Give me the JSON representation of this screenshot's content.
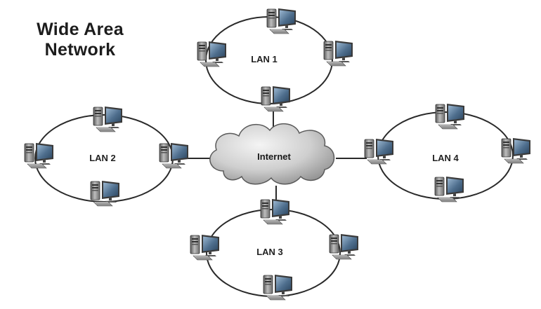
{
  "title": {
    "line1": "Wide Area",
    "line2": "Network"
  },
  "cloud": {
    "label": "Internet",
    "icon": "cloud-icon"
  },
  "lans": [
    {
      "label": "LAN 1"
    },
    {
      "label": "LAN 2"
    },
    {
      "label": "LAN 3"
    },
    {
      "label": "LAN 4"
    }
  ],
  "node_icon": "desktop-computer-icon",
  "colors": {
    "ring": "#2a2a2a",
    "link": "#2a2a2a",
    "cloud_light": "#e9e9e9",
    "cloud_dark": "#8a8a8a",
    "screen": "#4d6f8f",
    "tower": "#7a7a7a"
  }
}
